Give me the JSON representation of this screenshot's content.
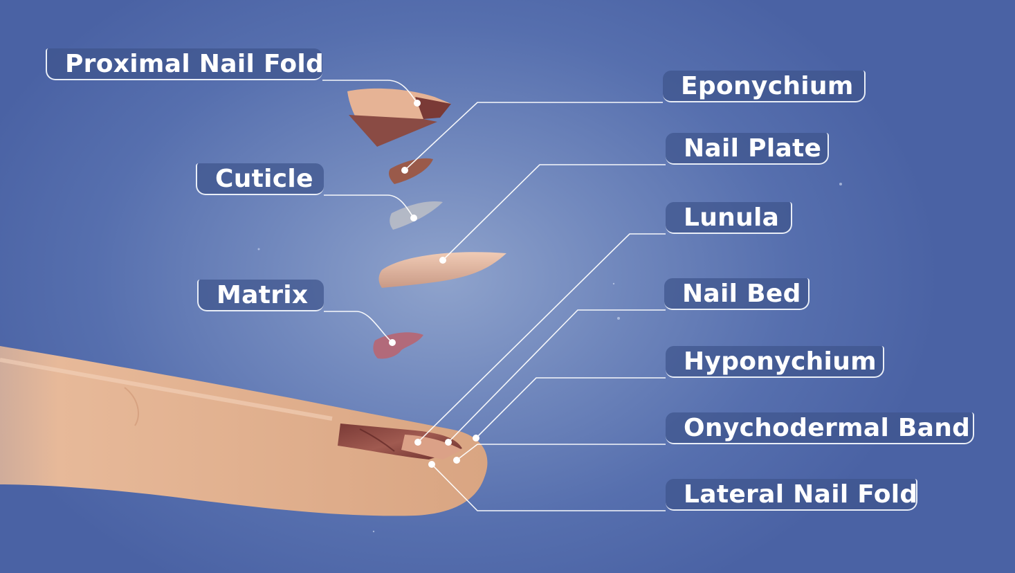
{
  "diagram": {
    "labels_left": [
      {
        "id": "proximal-nail-fold",
        "text": "Proximal Nail Fold"
      },
      {
        "id": "cuticle",
        "text": "Cuticle"
      },
      {
        "id": "matrix",
        "text": "Matrix"
      }
    ],
    "labels_right": [
      {
        "id": "eponychium",
        "text": "Eponychium"
      },
      {
        "id": "nail-plate",
        "text": "Nail Plate"
      },
      {
        "id": "lunula",
        "text": "Lunula"
      },
      {
        "id": "nail-bed",
        "text": "Nail Bed"
      },
      {
        "id": "hyponychium",
        "text": "Hyponychium"
      },
      {
        "id": "onychodermal-band",
        "text": "Onychodermal Band"
      },
      {
        "id": "lateral-nail-fold",
        "text": "Lateral Nail Fold"
      }
    ]
  },
  "colors": {
    "background_center": "#8fa3cc",
    "background_edge": "#4a62a4",
    "label_fill": "#3e558c",
    "leader_line": "#ffffff",
    "skin": "#e6b797",
    "tissue_red": "#8a4b44"
  }
}
